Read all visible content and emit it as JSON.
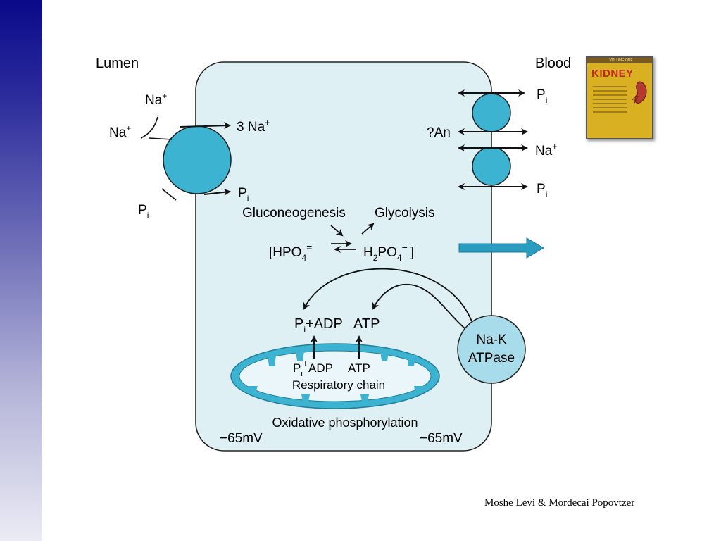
{
  "slide": {
    "credit": "Moshe Levi & Mordecai Popovtzer"
  },
  "book": {
    "title": "KIDNEY",
    "strip": "VOLUME ONE"
  },
  "diagram": {
    "lumen": "Lumen",
    "blood": "Blood",
    "na_top": "Na",
    "na_top_sup": "+",
    "na_left": "Na",
    "na_left_sup": "+",
    "three_na": "3 Na",
    "three_na_sup": "+",
    "pi_right": "P",
    "pi_right_sub": "i",
    "pi_left": "P",
    "pi_left_sub": "i",
    "blood_pi_top": "P",
    "blood_pi_top_sub": "i",
    "an": "?An",
    "blood_na": "Na",
    "blood_na_sup": "+",
    "blood_pi_bottom": "P",
    "blood_pi_bottom_sub": "i",
    "gluconeogenesis": "Gluconeogenesis",
    "glycolysis": "Glycolysis",
    "hpo4_open": "[HPO",
    "hpo4_sub": "4",
    "hpo4_sup": "=",
    "h2po4_h": "H",
    "h2po4_sub2": "2",
    "h2po4_po": "PO",
    "h2po4_sub4": "4",
    "h2po4_sup": "−",
    "h2po4_close": "]",
    "upper_pi": "P",
    "upper_pi_sub": "i",
    "upper_adp": "+ADP",
    "upper_atp": "ATP",
    "inner_pi": "P",
    "inner_pi_sub": "i",
    "inner_plus": "+",
    "inner_adp": "ADP",
    "inner_atp": "ATP",
    "respiratory_chain": "Respiratory chain",
    "oxidative_phosphorylation": "Oxidative phosphorylation",
    "nak_line1": "Na-K",
    "nak_line2": "ATPase",
    "mv_left": "−65mV",
    "mv_right": "−65mV"
  },
  "colors": {
    "cell_fill": "#dff0f4",
    "transporter": "#3cb3d0",
    "nak_fill": "#a9dcea",
    "arrow_blue": "#2a9cc0",
    "mito_ring": "#3cb3d0"
  }
}
